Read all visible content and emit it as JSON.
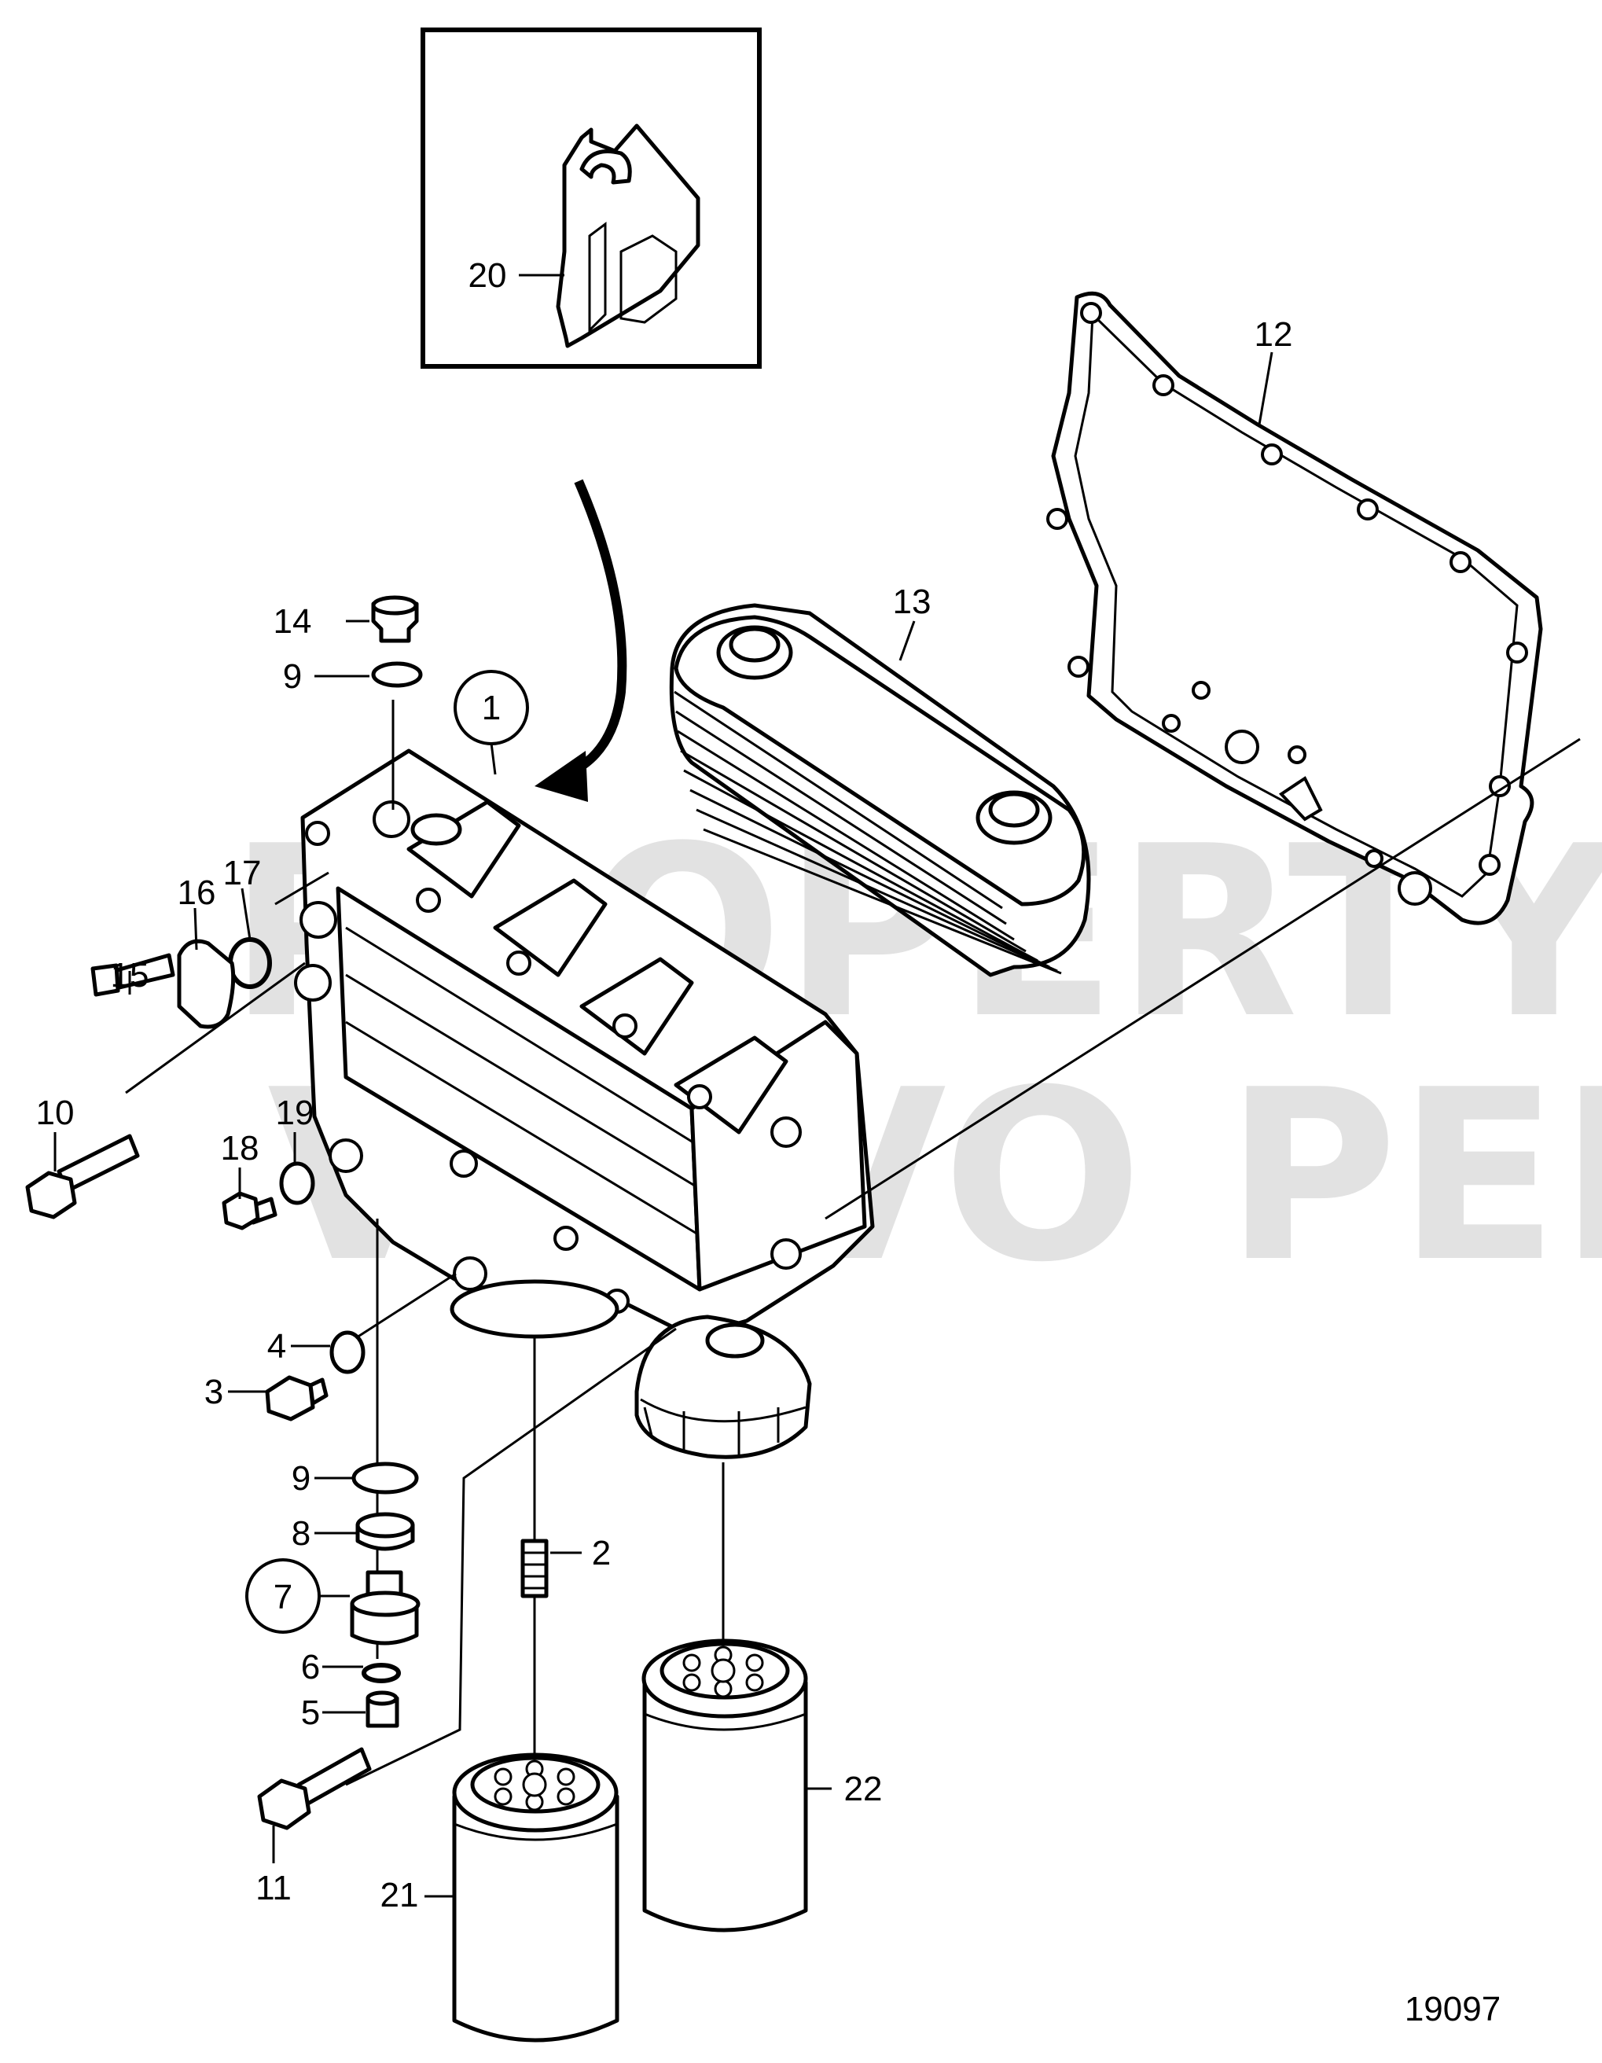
{
  "watermark": {
    "line1": "PROPERTY OF",
    "line2": "VOLVO PENTA"
  },
  "drawing_number": "19097",
  "callouts": {
    "c1": "1",
    "c2": "2",
    "c3": "3",
    "c4": "4",
    "c5": "5",
    "c6": "6",
    "c7": "7",
    "c8": "8",
    "c9a": "9",
    "c9b": "9",
    "c10": "10",
    "c11": "11",
    "c12": "12",
    "c13": "13",
    "c14": "14",
    "c15": "15",
    "c16": "16",
    "c17": "17",
    "c18": "18",
    "c19": "19",
    "c20": "20",
    "c21": "21",
    "c22": "22"
  }
}
